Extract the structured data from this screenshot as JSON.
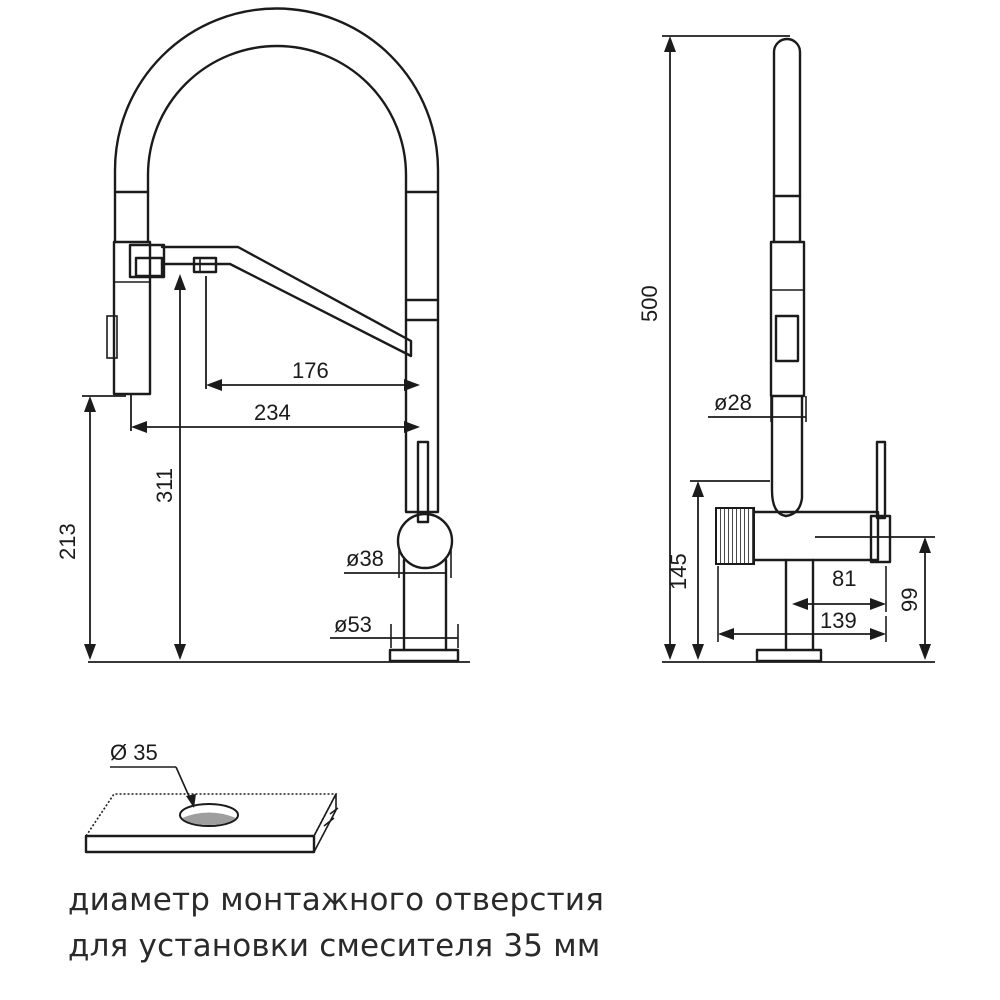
{
  "front_view": {
    "dim_spout_reach_inner": "176",
    "dim_spout_reach_outer": "234",
    "dim_spout_outlet_height": "213",
    "dim_aerator_height": "311",
    "dim_handle_diameter": "ø38",
    "dim_base_diameter": "ø53"
  },
  "side_view": {
    "dim_total_height": "500",
    "dim_hose_diameter": "ø28",
    "dim_body_height": "145",
    "dim_handle_height": "99",
    "dim_handle_offset": "81",
    "dim_body_depth": "139"
  },
  "mounting_hole": {
    "dim_hole_diameter": "Ø 35"
  },
  "caption": {
    "line1": "диаметр монтажного отверстия",
    "line2": "для установки смесителя 35 мм"
  }
}
